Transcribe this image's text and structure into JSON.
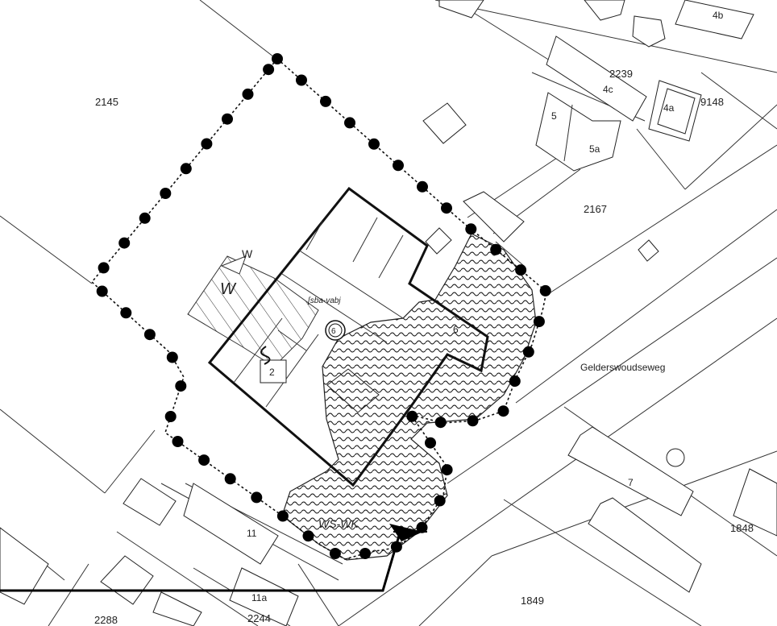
{
  "map": {
    "parcels": {
      "p2145": "2145",
      "p2239": "2239",
      "p9148": "9148",
      "p2167": "2167",
      "p1849": "1849",
      "p1848": "1848",
      "p2288": "2288",
      "p2244": "2244"
    },
    "houses": {
      "h4b": "4b",
      "h4c": "4c",
      "h4a": "4a",
      "h5": "5",
      "h5a": "5a",
      "h6": "6",
      "h7": "7",
      "h11": "11",
      "h11a": "11a",
      "h2": "2"
    },
    "street": "Gelderswoudseweg",
    "wind_label": "W",
    "wind_letter": "W",
    "zone_label": "WS-WK",
    "building_label": "[sba-vabj",
    "circle_label": "6",
    "colors": {
      "line": "#222222",
      "background": "#ffffff",
      "marker": "#000000"
    }
  }
}
